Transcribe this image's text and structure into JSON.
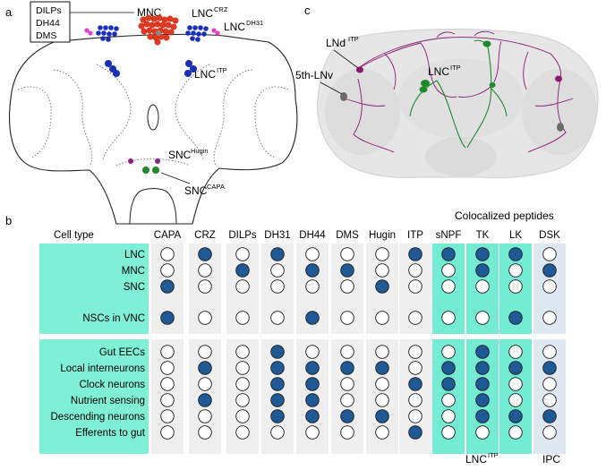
{
  "panels": {
    "a": {
      "label": "a",
      "box_lines": [
        "DILPs",
        "DH44",
        "DMS"
      ],
      "labels": {
        "mnc": "MNC",
        "lnc_crz_base": "LNC",
        "lnc_crz_sup": "CRZ",
        "lnc_dh31_base": "LNC",
        "lnc_dh31_sup": "DH31",
        "lnc_itp_base": "LNC",
        "lnc_itp_sup": "ITP",
        "snc_hugin_base": "SNC",
        "snc_hugin_sup": "Hugin",
        "snc_capa_base": "SNC",
        "snc_capa_sup": "CAPA"
      }
    },
    "b": {
      "label": "b",
      "colocalized_header": "Colocalized peptides",
      "row_header": "Cell type",
      "columns": [
        "CAPA",
        "CRZ",
        "DILPs",
        "DH31",
        "DH44",
        "DMS",
        "Hugin",
        "ITP",
        "sNPF",
        "TK",
        "LK",
        "DSK"
      ],
      "group1_rows": [
        {
          "name": "LNC",
          "filled": [
            0,
            1,
            0,
            1,
            0,
            0,
            0,
            1,
            1,
            1,
            1,
            0
          ]
        },
        {
          "name": "MNC",
          "filled": [
            0,
            0,
            1,
            0,
            1,
            1,
            0,
            0,
            0,
            1,
            0,
            1
          ]
        },
        {
          "name": "SNC",
          "filled": [
            1,
            0,
            0,
            0,
            0,
            0,
            1,
            0,
            0,
            0,
            0,
            0
          ]
        },
        {
          "name": "NSCs in VNC",
          "filled": [
            1,
            0,
            0,
            0,
            1,
            0,
            0,
            0,
            0,
            0,
            1,
            0
          ]
        }
      ],
      "group2_rows": [
        {
          "name": "Gut EECs",
          "filled": [
            0,
            0,
            0,
            1,
            0,
            0,
            0,
            0,
            0,
            1,
            0,
            0
          ]
        },
        {
          "name": "Local interneurons",
          "filled": [
            0,
            1,
            0,
            1,
            1,
            1,
            1,
            0,
            1,
            1,
            1,
            1
          ]
        },
        {
          "name": "Clock neurons",
          "filled": [
            0,
            0,
            0,
            1,
            1,
            0,
            0,
            1,
            1,
            1,
            0,
            0
          ]
        },
        {
          "name": "Nutrient sensing",
          "filled": [
            0,
            1,
            0,
            1,
            1,
            0,
            0,
            0,
            0,
            1,
            0,
            0
          ]
        },
        {
          "name": "Descending neurons",
          "filled": [
            0,
            0,
            0,
            1,
            1,
            1,
            1,
            0,
            0,
            1,
            1,
            1
          ]
        },
        {
          "name": "Efferents to gut",
          "filled": [
            0,
            0,
            0,
            0,
            0,
            0,
            0,
            1,
            0,
            0,
            0,
            0
          ]
        }
      ],
      "footer_left": "LNC",
      "footer_left_sup": "ITP",
      "footer_right": "IPC"
    },
    "c": {
      "label": "c",
      "labels": {
        "lnd_base": "LNd",
        "lnd_sup": "ITP",
        "lnv": "5th-LNv",
        "lnc_base": "LNC",
        "lnc_sup": "ITP"
      }
    }
  },
  "colors": {
    "filled_dot": "#1f5a96",
    "empty_dot": "#ffffff",
    "cell_type_band": "#7ff0d6",
    "neutral_column": "#efefef",
    "colocalized_column": "#74ecd4",
    "dsk_column": "#dfe7f1",
    "crz_cells": "#e2391f",
    "dh31_itp_cells": "#1a2fb8",
    "pink_cells": "#e040c8",
    "purple_cells": "#8e1f86",
    "green_cells": "#1f8a2a",
    "itp_neurons": "#8a1a70",
    "lnc_neurons": "#1d8a2a"
  }
}
